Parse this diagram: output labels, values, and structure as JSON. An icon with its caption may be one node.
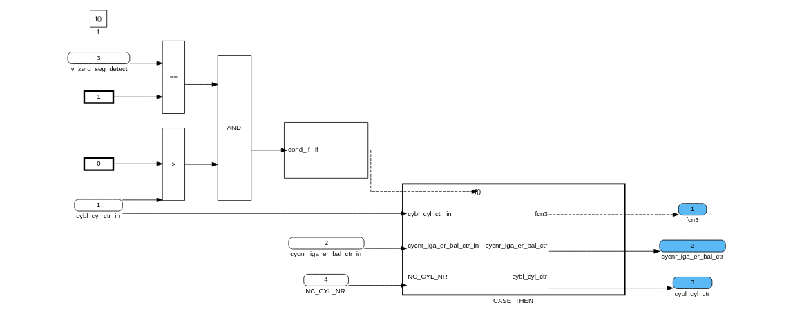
{
  "diagram": {
    "nodes": [
      {
        "text": [
          "3"
        ],
        "beside": [
          "lv_zero_seg_detect"
        ]
      },
      {
        "text": [
          "1"
        ]
      },
      {
        "text": [
          "1"
        ],
        "beside": [
          "cybl_cyl_ctr_in"
        ]
      },
      {
        "text": [
          "0"
        ]
      },
      {
        "text": [
          "=="
        ]
      },
      {
        "text": [
          ">"
        ]
      },
      {
        "text": [
          "AND"
        ]
      },
      {
        "text": [
          "cond_if",
          "if"
        ]
      },
      {
        "text": [
          "f()"
        ],
        "beside": [
          "f"
        ]
      },
      {
        "text": [
          "f()",
          "cybl_cyl_ctr_in",
          "cycnr_iga_er_bal_ctr_in",
          "NC_CYL_NR",
          "fcn3",
          "cycnr_iga_er_bal_ctr",
          "cybl_cyl_ctr"
        ],
        "beside": [
          "CASE  THEN"
        ]
      },
      {
        "text": [
          "2"
        ],
        "beside": [
          "cycnr_iga_er_bal_ctr_in"
        ]
      },
      {
        "text": [
          "4"
        ],
        "beside": [
          "NC_CYL_NR"
        ]
      },
      {
        "text": [
          "1"
        ],
        "beside": [
          "fcn3"
        ]
      },
      {
        "text": [
          "2"
        ],
        "beside": [
          "cycnr_iga_er_bal_ctr"
        ]
      },
      {
        "text": [
          "3"
        ],
        "beside": [
          "cybl_cyl_ctr"
        ]
      }
    ],
    "edges": [
      {
        "from": 0,
        "to": 4,
        "arrow": "to"
      },
      {
        "from": 1,
        "to": 4,
        "arrow": "to"
      },
      {
        "from": 2,
        "to": 5,
        "arrow": "to"
      },
      {
        "from": 3,
        "to": 5,
        "arrow": "to"
      },
      {
        "from": 4,
        "to": 6,
        "arrow": "to"
      },
      {
        "from": 5,
        "to": 6,
        "arrow": "to"
      },
      {
        "from": 6,
        "to": 7,
        "arrow": "to"
      },
      {
        "from": 7,
        "to": 9,
        "arrow": "to",
        "style": "dashed"
      },
      {
        "from": 2,
        "to": 9,
        "arrow": "to"
      },
      {
        "from": 10,
        "to": 9,
        "arrow": "to"
      },
      {
        "from": 11,
        "to": 9,
        "arrow": "to"
      },
      {
        "from": 9,
        "to": 12,
        "arrow": "to",
        "style": "dashed"
      },
      {
        "from": 9,
        "to": 13,
        "arrow": "to"
      },
      {
        "from": 9,
        "to": 14,
        "arrow": "to"
      }
    ]
  }
}
